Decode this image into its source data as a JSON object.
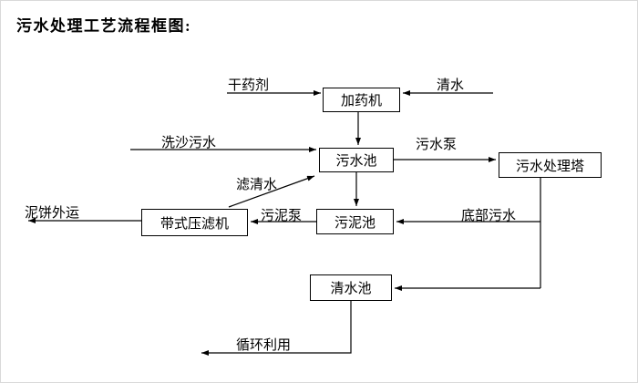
{
  "title": "污水处理工艺流程框图:",
  "diagram": {
    "nodes": {
      "dosing_machine": "加药机",
      "sewage_pool": "污水池",
      "treatment_tower": "污水处理塔",
      "sludge_pool": "污泥池",
      "belt_filter_press": "带式压滤机",
      "clear_water_pool": "清水池"
    },
    "edge_labels": {
      "dry_chemical": "干药剂",
      "clear_water": "清水",
      "sand_washing_sewage": "洗沙污水",
      "sewage_pump": "污水泵",
      "filtered_water": "滤清水",
      "sludge_pump": "污泥泵",
      "bottom_sewage": "底部污水",
      "mud_cake_out": "泥饼外运",
      "recycle": "循环利用"
    },
    "colors": {
      "line": "#000000",
      "box_border": "#000000",
      "text": "#000000",
      "background": "#ffffff"
    }
  }
}
